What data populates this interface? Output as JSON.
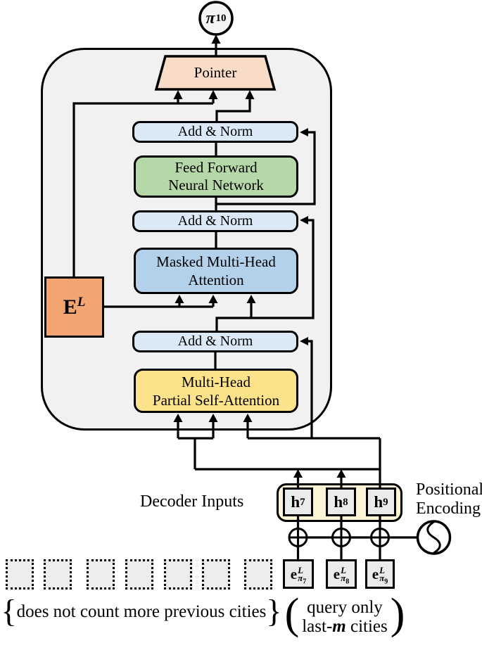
{
  "output_node": {
    "symbol": "π",
    "subscript": "10"
  },
  "blocks": {
    "pointer": "Pointer",
    "add_norm_1": "Add & Norm",
    "add_norm_2": "Add & Norm",
    "add_norm_3": "Add & Norm",
    "ffn_line1": "Feed Forward",
    "ffn_line2": "Neural Network",
    "mha_line1": "Masked Multi-Head",
    "mha_line2": "Attention",
    "psa_line1": "Multi-Head",
    "psa_line2": "Partial Self-Attention",
    "memory_base": "E",
    "memory_sup": "L"
  },
  "decoder_inputs": {
    "label": "Decoder Inputs",
    "items": [
      {
        "base": "h",
        "sub": "7"
      },
      {
        "base": "h",
        "sub": "8"
      },
      {
        "base": "h",
        "sub": "9"
      }
    ]
  },
  "positional_encoding": {
    "line1": "Positional",
    "line2": "Encoding"
  },
  "embeddings": [
    {
      "base": "e",
      "sup": "L",
      "sub_symbol": "π",
      "sub_index": "7"
    },
    {
      "base": "e",
      "sup": "L",
      "sub_symbol": "π",
      "sub_index": "8"
    },
    {
      "base": "e",
      "sup": "L",
      "sub_symbol": "π",
      "sub_index": "9"
    }
  ],
  "captions": {
    "left_open": "{",
    "left_text": "does not count more previous cities",
    "left_close": "}",
    "right_open": "(",
    "right_line1": "query only",
    "right_line2_pre": "last-",
    "right_line2_m": "m",
    "right_line2_post": " cities",
    "right_close": ")"
  },
  "colors": {
    "container_fill": "#f1f1f1",
    "pointer_fill": "#f9dcc7",
    "add_norm_fill": "#dbe9f6",
    "ffn_fill": "#b6d7a8",
    "mha_fill": "#b3d1ea",
    "psa_fill": "#fbe28b",
    "memory_fill": "#f2a571",
    "inputs_group_fill": "#fdf3d5",
    "node_fill": "#ebebeb",
    "pi_node_fill": "#f4f4f4",
    "line_color": "#000000"
  }
}
